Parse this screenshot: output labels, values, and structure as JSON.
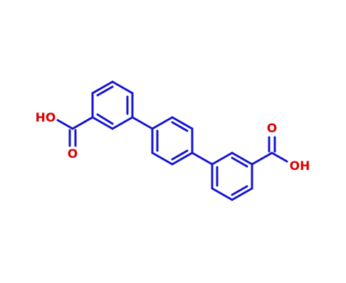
{
  "colors": {
    "bond": "#1414d2",
    "oxygen": "#e00000",
    "background": "#ffffff"
  },
  "labels": {
    "left_hydroxyl": "HO",
    "left_carbonyl_oxygen": "O",
    "right_hydroxyl": "OH",
    "right_carbonyl_oxygen": "O"
  }
}
